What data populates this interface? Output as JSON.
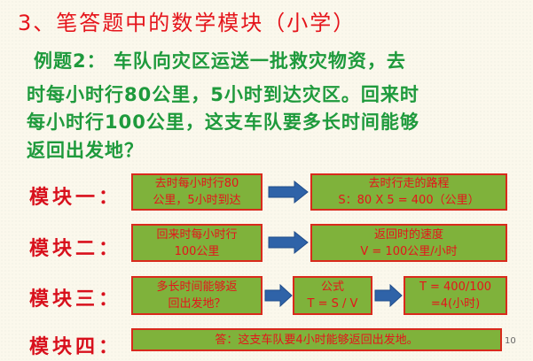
{
  "title": "3、笔答题中的数学模块（小学）",
  "question": {
    "line1": "例题2：  车队向灾区运送一批救灾物资，去",
    "line2": "时每小时行80公里，5小时到达灾区。回来时",
    "line3": "每小时行100公里，这支车队要多长时间能够",
    "line4": "返回出发地？"
  },
  "modules": {
    "m1": {
      "label": "模块一：",
      "box1": {
        "line1": "去时每小时行80",
        "line2": "公里，5小时到达"
      },
      "box2": {
        "line1": "去时行走的路程",
        "line2": "S：80 X 5 = 400（公里）"
      }
    },
    "m2": {
      "label": "模块二：",
      "box1": {
        "line1": "回来时每小时行",
        "line2": "100公里"
      },
      "box2": {
        "line1": "返回时的速度",
        "line2": "V = 100公里/小时"
      }
    },
    "m3": {
      "label": "模块三：",
      "box1": {
        "line1": "多长时间能够返",
        "line2": "回出发地？"
      },
      "box2": {
        "line1": "公式",
        "line2": "T = S / V"
      },
      "box3": {
        "line1": "T = 400/100",
        "line2": "=4(小时)"
      }
    },
    "m4": {
      "label": "模块四：",
      "box1": {
        "line1": "答：这支车队要4小时能够返回出发地。"
      }
    }
  },
  "page_number": "10",
  "colors": {
    "title": "#e5141b",
    "question": "#1e9a3c",
    "box_fill": "#7fb23b",
    "box_border": "#d92a1c",
    "arrow": "#2f63a8"
  }
}
